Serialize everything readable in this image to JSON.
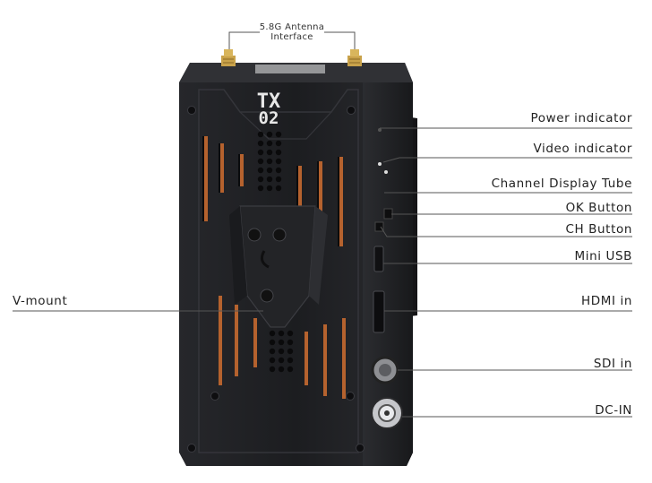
{
  "diagram": {
    "antenna_label_line1": "5.8G Antenna",
    "antenna_label_line2": "Interface",
    "device_logo_line1": "TX",
    "device_logo_line2": "02",
    "labels": {
      "power_indicator": "Power indicator",
      "video_indicator": "Video indicator",
      "channel_display": "Channel Display Tube",
      "ok_button": "OK Button",
      "ch_button": "CH Button",
      "mini_usb": "Mini USB",
      "hdmi_in": "HDMI in",
      "sdi_in": "SDI in",
      "dc_in": "DC-IN",
      "v_mount": "V-mount"
    },
    "colors": {
      "body": "#1f2023",
      "body_edge": "#2c2d31",
      "vent_copper": "#b5622e",
      "antenna_gold": "#c9a24a",
      "leader_line": "#555555"
    }
  }
}
